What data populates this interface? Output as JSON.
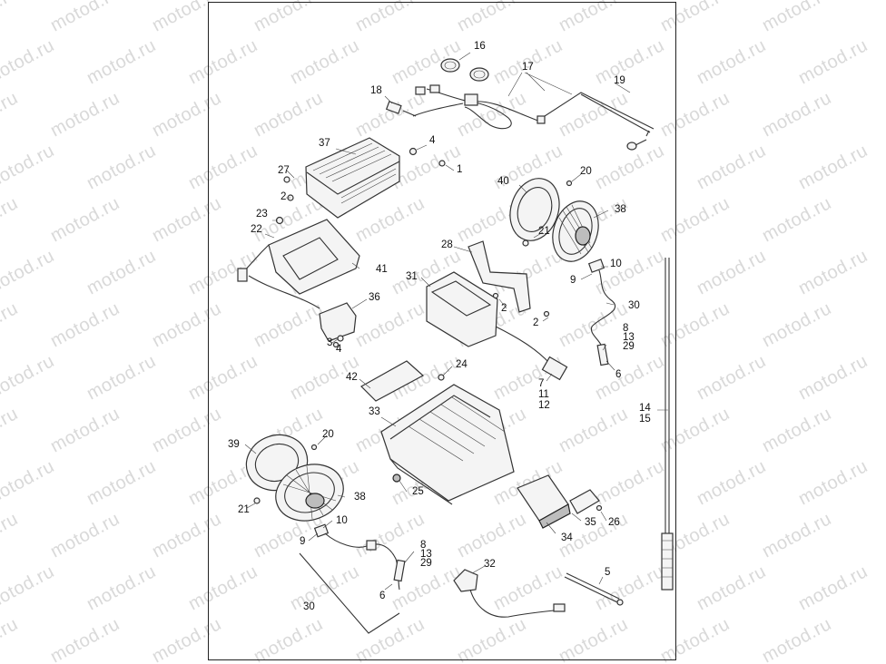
{
  "watermark": "motod.ru",
  "callouts": [
    {
      "id": "c16",
      "text": "16"
    },
    {
      "id": "c17",
      "text": "17"
    },
    {
      "id": "c18",
      "text": "18"
    },
    {
      "id": "c19",
      "text": "19"
    },
    {
      "id": "c37",
      "text": "37"
    },
    {
      "id": "c4a",
      "text": "4"
    },
    {
      "id": "c1",
      "text": "1"
    },
    {
      "id": "c27",
      "text": "27"
    },
    {
      "id": "c2a",
      "text": "2"
    },
    {
      "id": "c23",
      "text": "23"
    },
    {
      "id": "c22",
      "text": "22"
    },
    {
      "id": "c41",
      "text": "41"
    },
    {
      "id": "c36",
      "text": "36"
    },
    {
      "id": "c3",
      "text": "3"
    },
    {
      "id": "c4b",
      "text": "4"
    },
    {
      "id": "c40",
      "text": "40"
    },
    {
      "id": "c20a",
      "text": "20"
    },
    {
      "id": "c38a",
      "text": "38"
    },
    {
      "id": "c21a",
      "text": "21"
    },
    {
      "id": "c28",
      "text": "28"
    },
    {
      "id": "c31",
      "text": "31"
    },
    {
      "id": "c2b",
      "text": "2"
    },
    {
      "id": "c2c",
      "text": "2"
    },
    {
      "id": "c10a",
      "text": "10"
    },
    {
      "id": "c9a",
      "text": "9"
    },
    {
      "id": "c30a",
      "text": "30"
    },
    {
      "id": "c8a",
      "text": "8"
    },
    {
      "id": "c13a",
      "text": "13"
    },
    {
      "id": "c29a",
      "text": "29"
    },
    {
      "id": "c6a",
      "text": "6"
    },
    {
      "id": "c7",
      "text": "7"
    },
    {
      "id": "c11",
      "text": "11"
    },
    {
      "id": "c12",
      "text": "12"
    },
    {
      "id": "c42",
      "text": "42"
    },
    {
      "id": "c24",
      "text": "24"
    },
    {
      "id": "c33",
      "text": "33"
    },
    {
      "id": "c14",
      "text": "14"
    },
    {
      "id": "c15",
      "text": "15"
    },
    {
      "id": "c39",
      "text": "39"
    },
    {
      "id": "c20b",
      "text": "20"
    },
    {
      "id": "c38b",
      "text": "38"
    },
    {
      "id": "c21b",
      "text": "21"
    },
    {
      "id": "c25",
      "text": "25"
    },
    {
      "id": "c35",
      "text": "35"
    },
    {
      "id": "c26",
      "text": "26"
    },
    {
      "id": "c34",
      "text": "34"
    },
    {
      "id": "c10b",
      "text": "10"
    },
    {
      "id": "c9b",
      "text": "9"
    },
    {
      "id": "c8b",
      "text": "8"
    },
    {
      "id": "c13b",
      "text": "13"
    },
    {
      "id": "c29b",
      "text": "29"
    },
    {
      "id": "c6b",
      "text": "6"
    },
    {
      "id": "c32",
      "text": "32"
    },
    {
      "id": "c5",
      "text": "5"
    },
    {
      "id": "c30b",
      "text": "30"
    }
  ]
}
